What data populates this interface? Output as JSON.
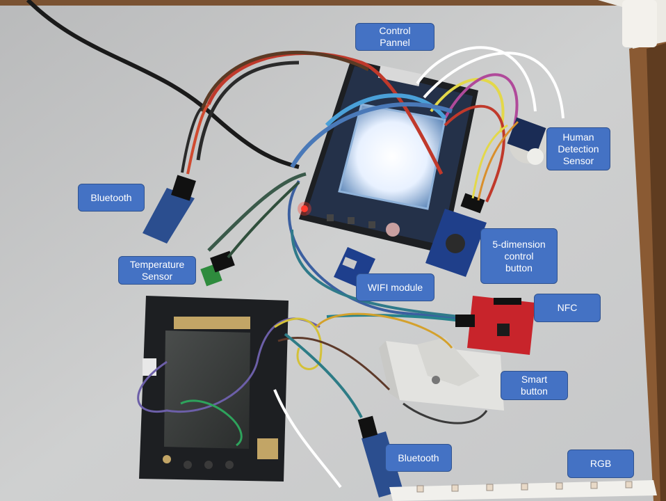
{
  "labels": {
    "control_panel": "Control\nPannel",
    "human_detection": "Human\nDetection\nSensor",
    "bluetooth_top": "Bluetooth",
    "temperature": "Temperature\nSensor",
    "five_dim": "5-dimension\ncontrol\nbutton",
    "wifi": "WIFI module",
    "nfc": "NFC",
    "smart_button": "Smart\nbutton",
    "bluetooth_bottom": "Bluetooth",
    "rgb": "RGB"
  },
  "colors": {
    "label_fill": "#4472c4",
    "label_border": "#2f528f",
    "label_text": "#ffffff",
    "background_surface": "#c4c5c6",
    "wood_frame": "#8a5a33",
    "pcb_black": "#1d1f22",
    "nfc_red": "#c8242b",
    "module_blue": "#1f3f8a"
  }
}
